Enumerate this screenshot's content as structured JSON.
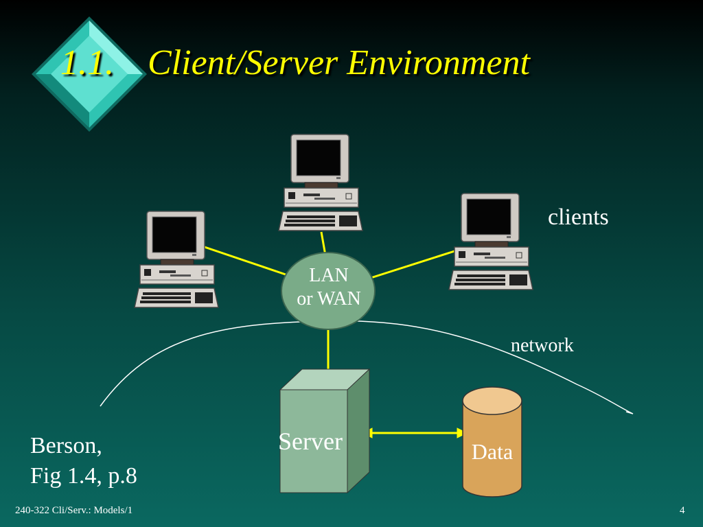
{
  "title": {
    "number": "1.1.",
    "text": "Client/Server Environment"
  },
  "labels": {
    "clients": "clients",
    "network": "network",
    "lan_line1": "LAN",
    "lan_line2": "or WAN",
    "server": "Server",
    "data": "Data"
  },
  "citation": {
    "line1": "Berson,",
    "line2": "Fig 1.4, p.8"
  },
  "footer": {
    "left": "240-322 Cli/Serv.: Models/1",
    "page": "4"
  },
  "colors": {
    "title": "#ffff00",
    "connector": "#ffff00",
    "lan_fill": "#7aab88",
    "server_fill": "#8db89a",
    "data_fill": "#d9a45a",
    "diamond": "#2fc4b2"
  },
  "icons": [
    "diamond-bullet-icon",
    "computer-icon",
    "server-box-icon",
    "database-cylinder-icon"
  ]
}
